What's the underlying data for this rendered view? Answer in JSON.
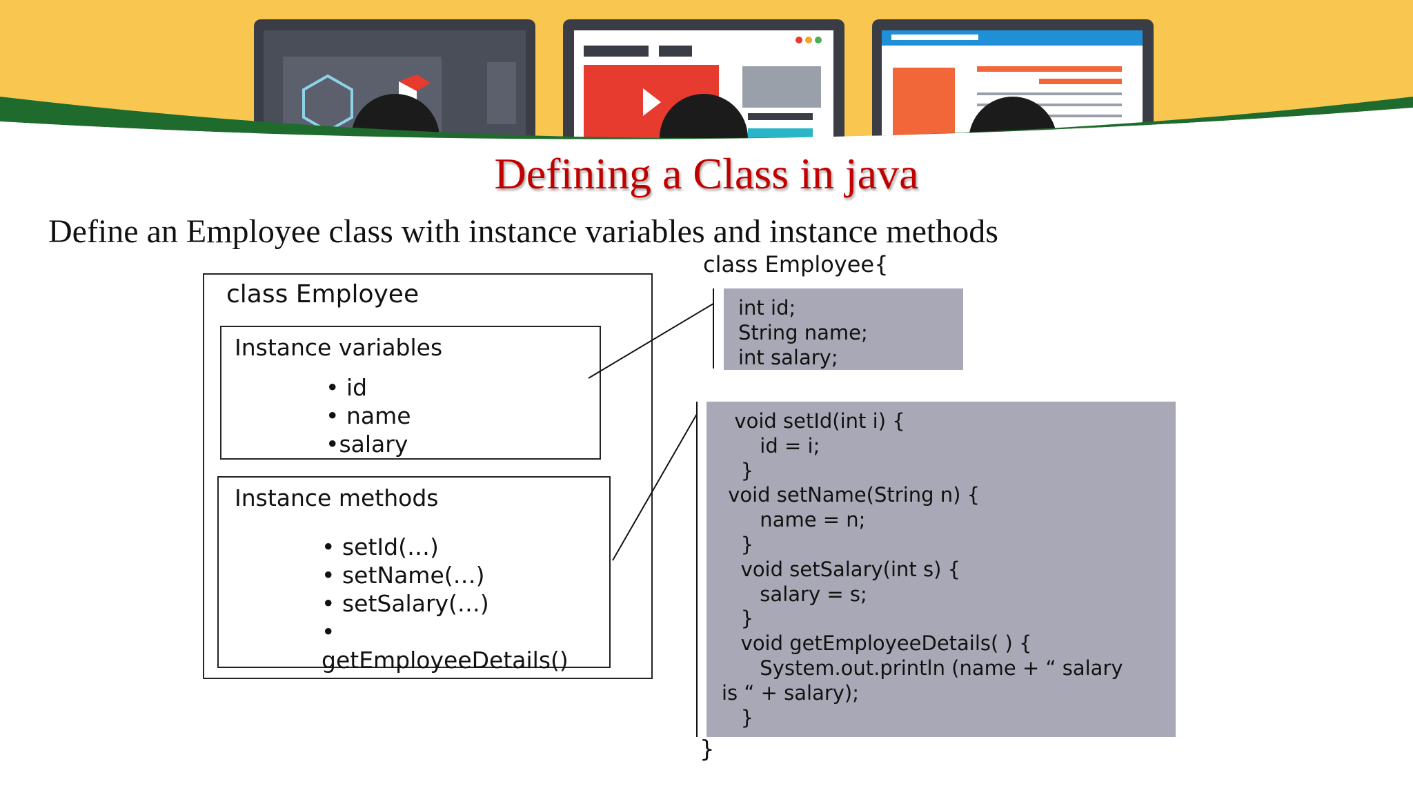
{
  "slide": {
    "title": "Defining a Class in java",
    "subtitle": "Define an Employee class with instance variables and instance methods"
  },
  "diagram": {
    "outer_label": "class  Employee",
    "variables_heading": "Instance variables",
    "variables": [
      "• id",
      "• name",
      "•salary"
    ],
    "methods_heading": "Instance methods",
    "methods": [
      "• setId(…)",
      "• setName(…)",
      "• setSalary(…)",
      "•",
      "getEmployeeDetails()"
    ]
  },
  "code": {
    "header": "class Employee{",
    "fields": [
      "int id;",
      "String name;",
      "int salary;"
    ],
    "methods": [
      "  void setId(int i) {",
      "      id = i;",
      "   }",
      " void setName(String n) {",
      "      name = n;",
      "   }",
      "   void setSalary(int s) {",
      "      salary = s;",
      "   }",
      "   void getEmployeeDetails( ) {",
      "      System.out.println (name + “ salary",
      "is “ + salary);",
      "   }"
    ],
    "footer": "}"
  },
  "colors": {
    "title": "#c00000",
    "code_background": "#a9a8b6",
    "banner_yellow": "#f9c74f",
    "banner_green": "#1f6b2e"
  }
}
